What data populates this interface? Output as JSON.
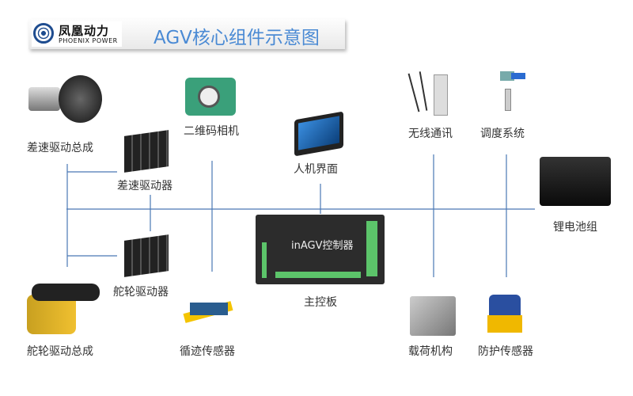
{
  "header": {
    "logo_cn": "凤凰动力",
    "logo_en": "PHOENIX POWER",
    "title": "AGV核心组件示意图"
  },
  "components": {
    "diff_drive_assembly": "差速驱动总成",
    "diff_driver": "差速驱动器",
    "qr_camera": "二维码相机",
    "hmi": "人机界面",
    "wireless": "无线通讯",
    "dispatch": "调度系统",
    "battery": "锂电池组",
    "steer_driver": "舵轮驱动器",
    "steer_assembly": "舵轮驱动总成",
    "line_sensor": "循迹传感器",
    "main_board": "主控板",
    "main_board_print": "inAGV控制器",
    "load_mechanism": "载荷机构",
    "safety_sensor": "防护传感器"
  },
  "colors": {
    "line": "#4a78b5",
    "title": "#4a8ad4"
  }
}
